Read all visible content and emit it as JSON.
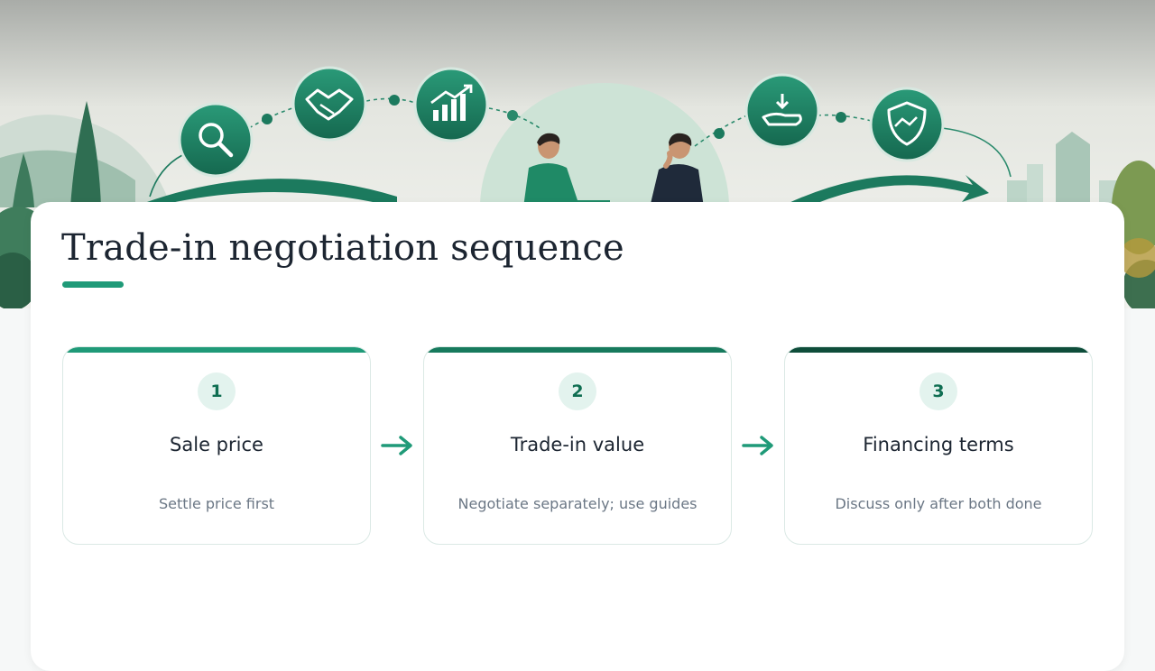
{
  "slide": {
    "title": "Trade-in negotiation sequence"
  },
  "steps": [
    {
      "number": "1",
      "name": "Sale price",
      "description": "Settle price first",
      "accent": "#1f9a78"
    },
    {
      "number": "2",
      "name": "Trade-in value",
      "description": "Negotiate separately; use guides",
      "accent": "#177a5d"
    },
    {
      "number": "3",
      "name": "Financing terms",
      "description": "Discuss only after both done",
      "accent": "#0e4d3a"
    }
  ],
  "colors": {
    "accent": "#1f9a78",
    "dark_green": "#1c6e55",
    "title_text": "#1c2531",
    "muted_text": "#6b7785"
  },
  "hero_icons": [
    "search-icon",
    "handshake-icon",
    "growth-chart-icon",
    "hand-receive-icon",
    "shield-handshake-icon"
  ]
}
